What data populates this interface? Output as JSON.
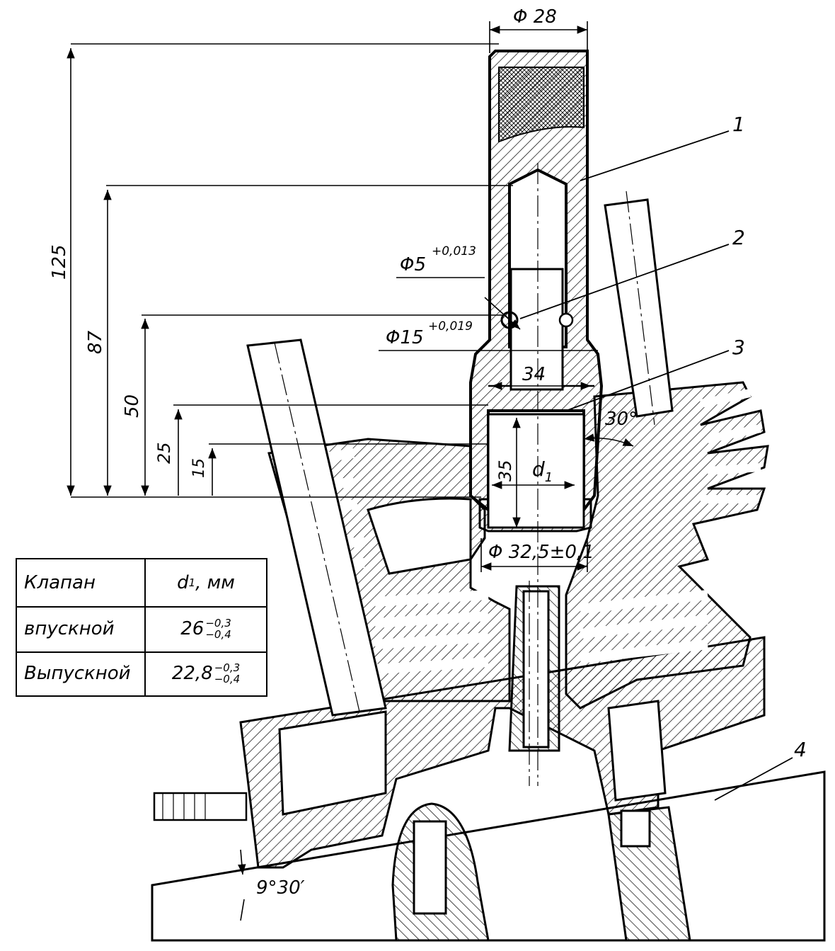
{
  "dimensions": {
    "d28": "Φ 28",
    "h125": "125",
    "h87": "87",
    "h50": "50",
    "h25": "25",
    "h15": "15",
    "d5": "Φ5",
    "d5_tol": "+0,013",
    "d15": "Φ15",
    "d15_tol": "+0,019",
    "w34": "34",
    "h35": "35",
    "d1": "d",
    "d1_sub": "1",
    "d325": "Φ 32,5±0,1",
    "angle30": "30°",
    "angle930": "9°30′"
  },
  "callouts": [
    "1",
    "2",
    "3",
    "4"
  ],
  "table": {
    "header": {
      "valve": "Клапан",
      "d1": "d",
      "d1_sub": "1",
      "unit": ", мм"
    },
    "rows": [
      {
        "valve": "впускной",
        "nominal": "26",
        "upper": "−0,3",
        "lower": "−0,4"
      },
      {
        "valve": "Выпускной",
        "nominal": "22,8",
        "upper": "−0,3",
        "lower": "−0,4"
      }
    ]
  }
}
